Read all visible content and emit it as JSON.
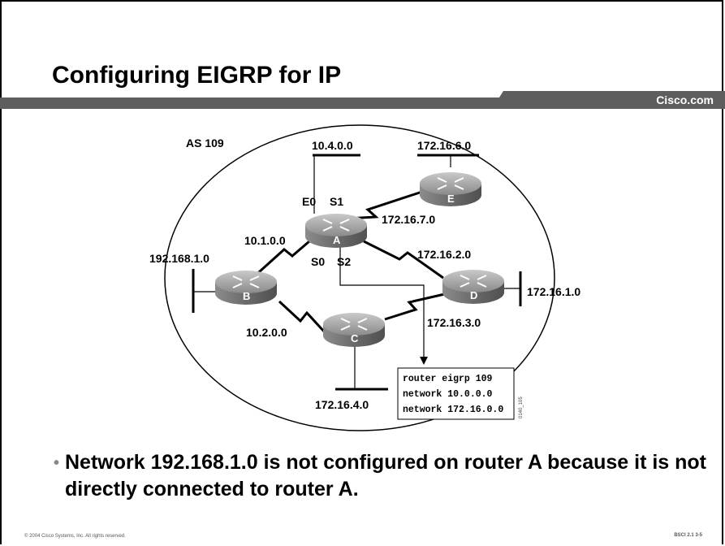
{
  "slide": {
    "title": "Configuring EIGRP for IP",
    "brand": "Cisco.com",
    "bullet": "Network 192.168.1.0 is not configured on router A because it is not directly connected to router A.",
    "footer_left": "© 2004 Cisco Systems, Inc. All rights reserved.",
    "footer_right": "BSCI 2.1   3-5"
  },
  "diagram": {
    "as_label": "AS 109",
    "routers": {
      "a": "A",
      "b": "B",
      "c": "C",
      "d": "D",
      "e": "E"
    },
    "networks": {
      "n_10_4": "10.4.0.0",
      "n_172_16_6": "172.16.6.0",
      "n_172_16_7": "172.16.7.0",
      "n_10_1": "10.1.0.0",
      "n_192_168_1": "192.168.1.0",
      "n_172_16_2": "172.16.2.0",
      "n_172_16_1": "172.16.1.0",
      "n_172_16_3": "172.16.3.0",
      "n_10_2": "10.2.0.0",
      "n_172_16_4": "172.16.4.0"
    },
    "interfaces": {
      "e0": "E0",
      "s1": "S1",
      "s0": "S0",
      "s2": "S2"
    },
    "config_lines": [
      "router eigrp 109",
      "network 10.0.0.0",
      "network 172.16.0.0"
    ],
    "figure_id": "0140_105"
  }
}
